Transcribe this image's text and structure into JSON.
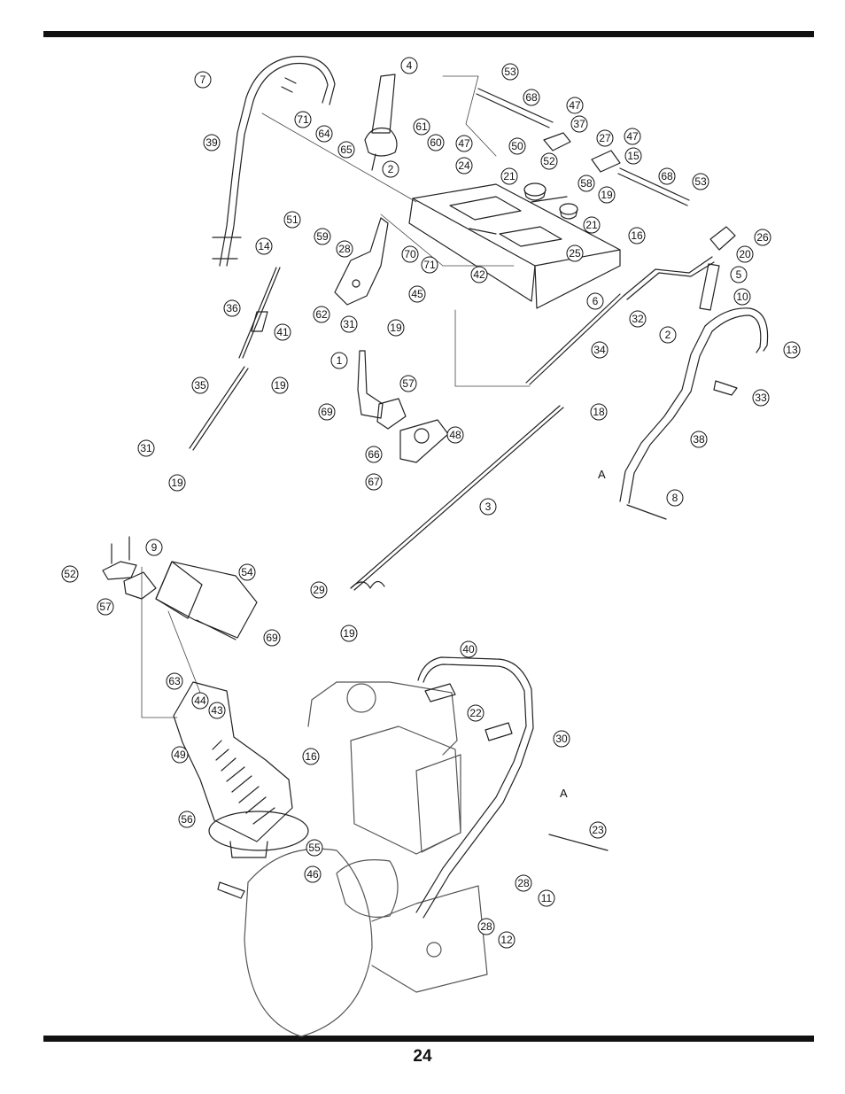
{
  "page": {
    "number": "24"
  },
  "callouts": [
    {
      "id": "c7",
      "label": "7"
    },
    {
      "id": "c4",
      "label": "4"
    },
    {
      "id": "c53a",
      "label": "53"
    },
    {
      "id": "c68a",
      "label": "68"
    },
    {
      "id": "c39",
      "label": "39"
    },
    {
      "id": "c71a",
      "label": "71"
    },
    {
      "id": "c64",
      "label": "64"
    },
    {
      "id": "c65",
      "label": "65"
    },
    {
      "id": "c61",
      "label": "61"
    },
    {
      "id": "c60",
      "label": "60"
    },
    {
      "id": "c47a",
      "label": "47"
    },
    {
      "id": "c24",
      "label": "24"
    },
    {
      "id": "c2a",
      "label": "2"
    },
    {
      "id": "c47b",
      "label": "47"
    },
    {
      "id": "c37",
      "label": "37"
    },
    {
      "id": "c50",
      "label": "50"
    },
    {
      "id": "c27",
      "label": "27"
    },
    {
      "id": "c47c",
      "label": "47"
    },
    {
      "id": "c52a",
      "label": "52"
    },
    {
      "id": "c15",
      "label": "15"
    },
    {
      "id": "c58",
      "label": "58"
    },
    {
      "id": "c68b",
      "label": "68"
    },
    {
      "id": "c19a",
      "label": "19"
    },
    {
      "id": "c53b",
      "label": "53"
    },
    {
      "id": "c21a",
      "label": "21"
    },
    {
      "id": "c21b",
      "label": "21"
    },
    {
      "id": "c51",
      "label": "51"
    },
    {
      "id": "c59",
      "label": "59"
    },
    {
      "id": "c14",
      "label": "14"
    },
    {
      "id": "c28a",
      "label": "28"
    },
    {
      "id": "c16a",
      "label": "16"
    },
    {
      "id": "c26",
      "label": "26"
    },
    {
      "id": "c70",
      "label": "70"
    },
    {
      "id": "c71b",
      "label": "71"
    },
    {
      "id": "c25",
      "label": "25"
    },
    {
      "id": "c20",
      "label": "20"
    },
    {
      "id": "c42",
      "label": "42"
    },
    {
      "id": "c5",
      "label": "5"
    },
    {
      "id": "c45",
      "label": "45"
    },
    {
      "id": "c10",
      "label": "10"
    },
    {
      "id": "c36",
      "label": "36"
    },
    {
      "id": "c62",
      "label": "62"
    },
    {
      "id": "c6",
      "label": "6"
    },
    {
      "id": "c32",
      "label": "32"
    },
    {
      "id": "c41",
      "label": "41"
    },
    {
      "id": "c31a",
      "label": "31"
    },
    {
      "id": "c19b",
      "label": "19"
    },
    {
      "id": "c2b",
      "label": "2"
    },
    {
      "id": "c13",
      "label": "13"
    },
    {
      "id": "c34",
      "label": "34"
    },
    {
      "id": "c1",
      "label": "1"
    },
    {
      "id": "c19c",
      "label": "19"
    },
    {
      "id": "c35",
      "label": "35"
    },
    {
      "id": "c57a",
      "label": "57"
    },
    {
      "id": "c33",
      "label": "33"
    },
    {
      "id": "c69a",
      "label": "69"
    },
    {
      "id": "c18",
      "label": "18"
    },
    {
      "id": "c48",
      "label": "48"
    },
    {
      "id": "c38",
      "label": "38"
    },
    {
      "id": "c31b",
      "label": "31"
    },
    {
      "id": "c66",
      "label": "66"
    },
    {
      "id": "c19d",
      "label": "19"
    },
    {
      "id": "c67",
      "label": "67"
    },
    {
      "id": "c8",
      "label": "8"
    },
    {
      "id": "c3",
      "label": "3"
    },
    {
      "id": "c9",
      "label": "9"
    },
    {
      "id": "c52b",
      "label": "52"
    },
    {
      "id": "c54",
      "label": "54"
    },
    {
      "id": "c57b",
      "label": "57"
    },
    {
      "id": "c29",
      "label": "29"
    },
    {
      "id": "c19e",
      "label": "19"
    },
    {
      "id": "c69b",
      "label": "69"
    },
    {
      "id": "c40",
      "label": "40"
    },
    {
      "id": "c63",
      "label": "63"
    },
    {
      "id": "c22",
      "label": "22"
    },
    {
      "id": "c44",
      "label": "44"
    },
    {
      "id": "c43",
      "label": "43"
    },
    {
      "id": "c30",
      "label": "30"
    },
    {
      "id": "c49",
      "label": "49"
    },
    {
      "id": "c16b",
      "label": "16"
    },
    {
      "id": "c56",
      "label": "56"
    },
    {
      "id": "c23",
      "label": "23"
    },
    {
      "id": "c55",
      "label": "55"
    },
    {
      "id": "c28b",
      "label": "28"
    },
    {
      "id": "c46",
      "label": "46"
    },
    {
      "id": "c11",
      "label": "11"
    },
    {
      "id": "c28c",
      "label": "28"
    },
    {
      "id": "c12",
      "label": "12"
    }
  ],
  "reference_marks": [
    {
      "id": "refA1",
      "label": "A"
    },
    {
      "id": "refA2",
      "label": "A"
    }
  ]
}
